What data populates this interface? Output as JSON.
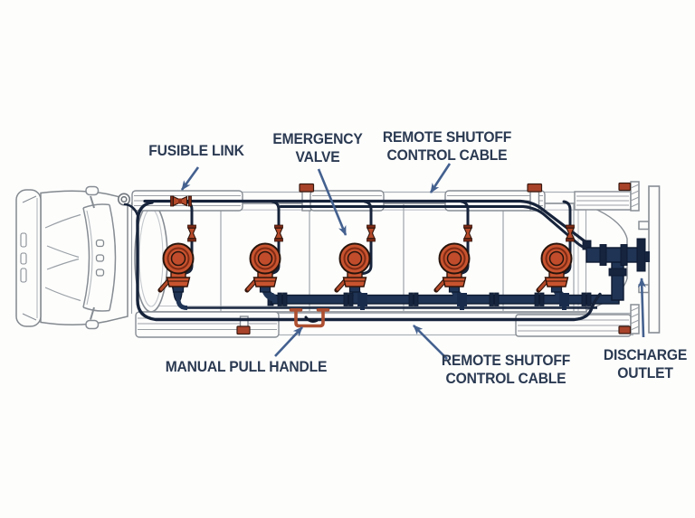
{
  "diagram": {
    "subject": "tanker-truck-emergency-valve-system-top-view",
    "valve_count": 5,
    "labels": {
      "fusible_link": "FUSIBLE LINK",
      "emergency_valve": "EMERGENCY\nVALVE",
      "remote_shutoff_top": "REMOTE SHUTOFF\nCONTROL CABLE",
      "manual_pull_handle": "MANUAL PULL HANDLE",
      "remote_shutoff_bottom": "REMOTE SHUTOFF\nCONTROL CABLE",
      "discharge_outlet": "DISCHARGE\nOUTLET"
    },
    "colors": {
      "label_text": "#2b3a52",
      "arrow": "#44618f",
      "cable": "#16233a",
      "pipe": "#203455",
      "pipe_dark": "#16243e",
      "valve_body": "#c8532f",
      "valve_ring": "#7e2a14",
      "fusible_link_red": "#b54a2a",
      "handle_rust": "#ad4f30",
      "red_cap": "#a8432a",
      "linework_gray": "#878d94",
      "background": "#fdfdfc"
    }
  }
}
